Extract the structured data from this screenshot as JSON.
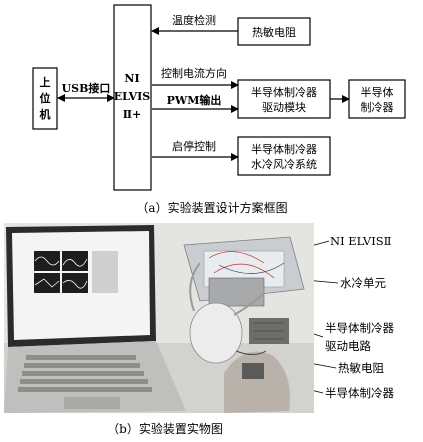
{
  "diagram": {
    "host_pc": [
      "上",
      "位",
      "机"
    ],
    "usb_label": "USB接口",
    "elvis": [
      "NI",
      "ELVIS",
      "Ⅱ+"
    ],
    "temp_detect_label": "温度检测",
    "thermistor": "热敏电阻",
    "current_dir_label": "控制电流方向",
    "pwm_label": "PWM输出",
    "driver_module": [
      "半导体制冷器",
      "驱动模块"
    ],
    "cooler": [
      "半导体",
      "制冷器"
    ],
    "start_stop_label": "启停控制",
    "water_system": [
      "半导体制冷器",
      "水冷风冷系统"
    ]
  },
  "caption_a": "（a）实验装置设计方案框图",
  "photo_labels": {
    "elvis": "NI ELVISⅡ",
    "water_unit": "水冷单元",
    "driver_circuit": [
      "半导体制冷器",
      "驱动电路"
    ],
    "thermistor": "热敏电阻",
    "cooler": "半导体制冷器"
  },
  "caption_b": "（b）实验装置实物图",
  "colors": {
    "line": "#000000",
    "laptop": "#2b2b2b",
    "table": "#e6e6e3",
    "board": "#cfd3d6"
  }
}
